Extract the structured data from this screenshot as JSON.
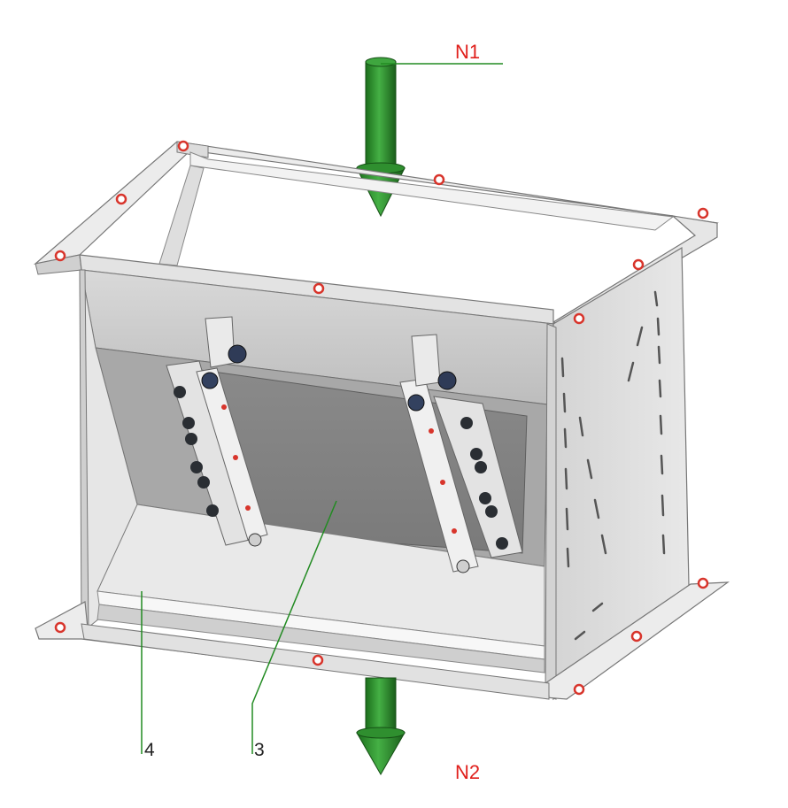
{
  "labels": {
    "n1": "N1",
    "n2": "N2",
    "part4": "4",
    "part3": "3"
  },
  "colors": {
    "arrow": "#2e8b2e",
    "arrow_dark": "#1d6b1d",
    "leader": "#228b22",
    "callout_text": "#e0201c",
    "steel_light": "#ececec",
    "steel_mid": "#cfcfcf",
    "steel_dark": "#8f8f8f",
    "bolt": "#2a2e33",
    "marker": "#d8352c"
  },
  "icons": {
    "flow_in": "down-arrow-icon",
    "flow_out": "down-arrow-icon",
    "bolt": "hex-bolt-icon",
    "hole_marker": "bolt-hole-icon"
  }
}
